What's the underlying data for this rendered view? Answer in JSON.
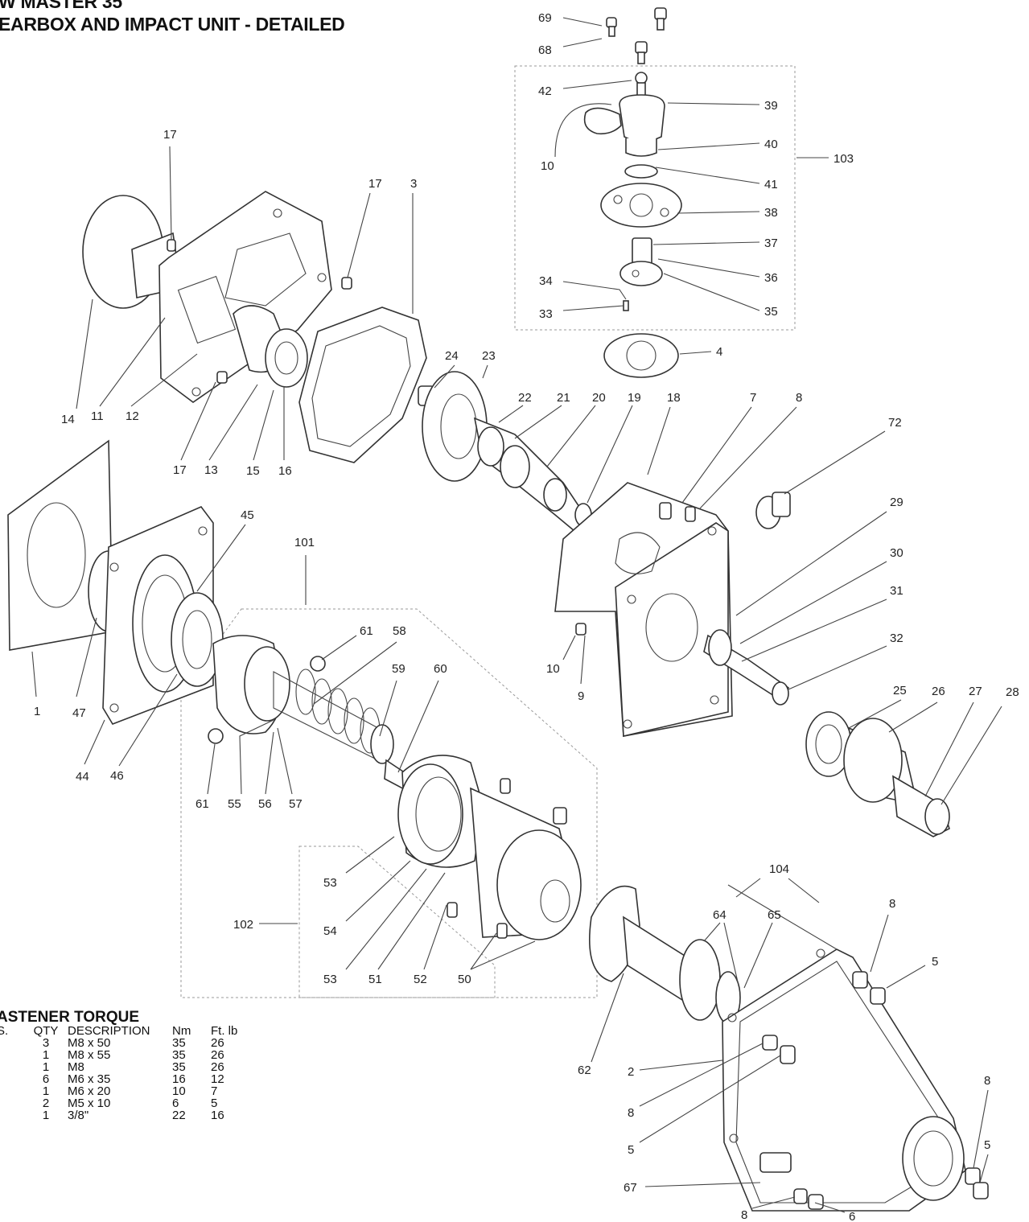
{
  "title": {
    "line1": "W MASTER 35",
    "line2": "EARBOX AND IMPACT UNIT - DETAILED"
  },
  "torque_table": {
    "title": "ASTENER TORQUE",
    "headers": {
      "pos": "S.",
      "qty": "QTY",
      "description": "DESCRIPTION",
      "nm": "Nm",
      "ftlb": "Ft. lb"
    },
    "rows": [
      {
        "qty": "3",
        "description": "M8 x 50",
        "nm": "35",
        "ftlb": "26"
      },
      {
        "qty": "1",
        "description": "M8 x 55",
        "nm": "35",
        "ftlb": "26"
      },
      {
        "qty": "1",
        "description": "M8",
        "nm": "35",
        "ftlb": "26"
      },
      {
        "qty": "6",
        "description": "M6 x 35",
        "nm": "16",
        "ftlb": "12"
      },
      {
        "qty": "1",
        "description": "M6 x 20",
        "nm": "10",
        "ftlb": "7"
      },
      {
        "qty": "2",
        "description": "M5 x 10",
        "nm": "6",
        "ftlb": "5"
      },
      {
        "qty": "1",
        "description": "3/8\"",
        "nm": "22",
        "ftlb": "16"
      }
    ]
  },
  "labels": [
    "69",
    "68",
    "42",
    "39",
    "10",
    "40",
    "41",
    "103",
    "38",
    "37",
    "34",
    "36",
    "33",
    "35",
    "4",
    "17",
    "17",
    "3",
    "24",
    "23",
    "22",
    "21",
    "20",
    "19",
    "18",
    "7",
    "8",
    "72",
    "14",
    "11",
    "12",
    "17",
    "13",
    "15",
    "16",
    "45",
    "101",
    "29",
    "30",
    "31",
    "1",
    "47",
    "44",
    "46",
    "61",
    "58",
    "59",
    "60",
    "10",
    "9",
    "32",
    "25",
    "26",
    "27",
    "28",
    "61",
    "55",
    "56",
    "57",
    "53",
    "54",
    "53",
    "51",
    "52",
    "50",
    "102",
    "104",
    "64",
    "65",
    "8",
    "5",
    "62",
    "2",
    "8",
    "5",
    "67",
    "8",
    "6",
    "8",
    "5"
  ]
}
